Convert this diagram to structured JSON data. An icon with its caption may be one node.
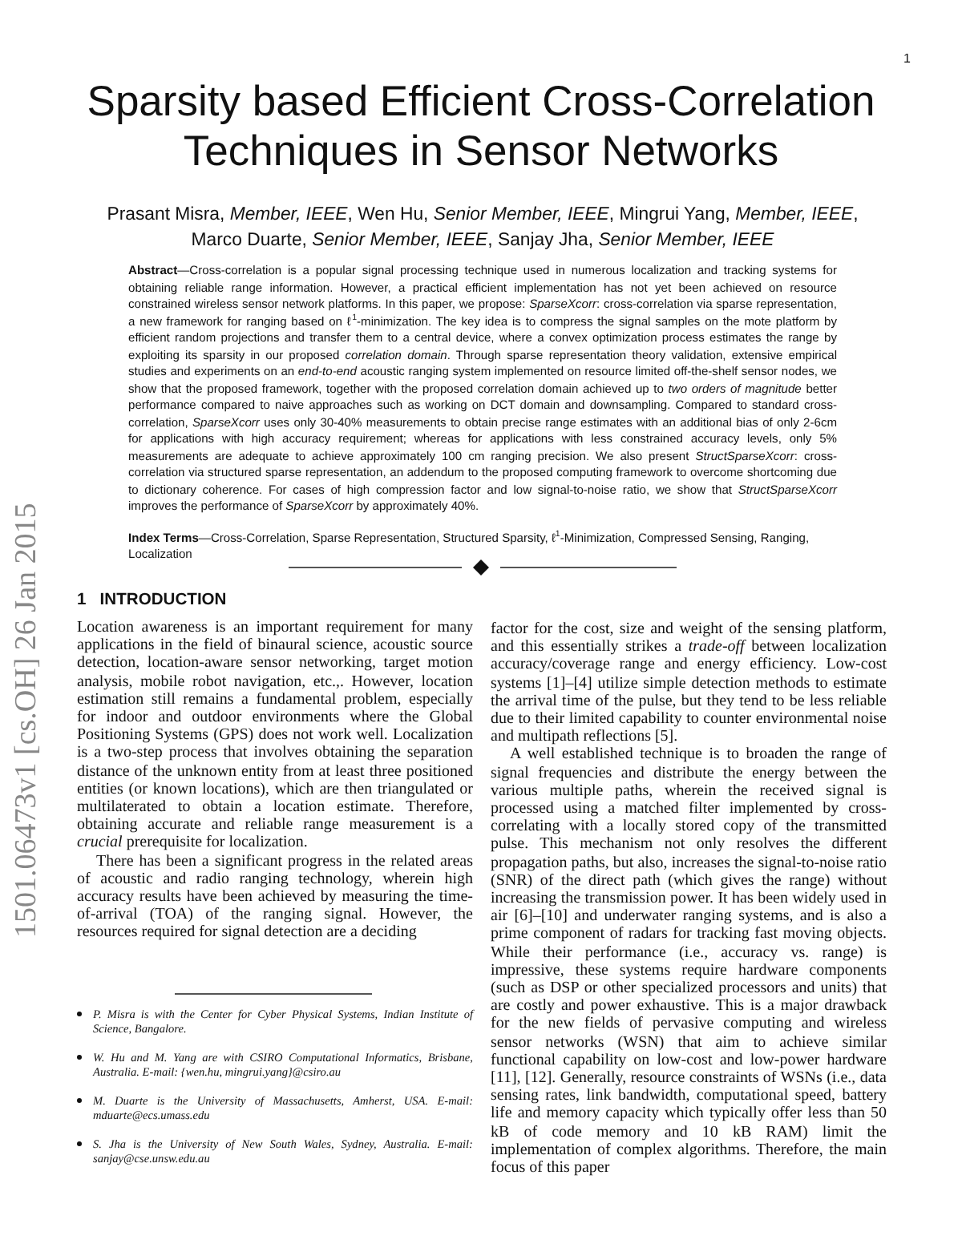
{
  "diagram": {
    "title": "Sparsity based Efficient Cross-Correlation Techniques in Sensor Networks",
    "labels": [
      "1",
      "1501.06473v1 [cs.OH] 26 Jan 2015",
      "Prasant Misra, *Member, IEEE*, Wen Hu, *Senior Member, IEEE*, Mingrui Yang, *Member, IEEE*, Marco Duarte, *Senior Member, IEEE*, Sanjay Jha, *Senior Member, IEEE*",
      "**Abstract**—Cross-correlation is a popular signal processing technique used in numerous localization and tracking systems for obtaining reliable range information. However, a practical efficient implementation has not yet been achieved on resource constrained wireless sensor network platforms. In this paper, we propose: *SparseXcorr*: cross-correlation via sparse representation, a new framework for ranging based on ℓ$^{1}$-minimization. The key idea is to compress the signal samples on the mote platform by efficient random projections and transfer them to a central device, where a convex optimization process estimates the range by exploiting its sparsity in our proposed *correlation domain*. Through sparse representation theory validation, extensive empirical studies and experiments on an *end-to-end* acoustic ranging system implemented on resource limited off-the-shelf sensor nodes, we show that the proposed framework, together with the proposed correlation domain achieved up to *two orders of magnitude* better performance compared to naive approaches such as working on DCT domain and downsampling. Compared to standard cross-correlation, *SparseXcorr* uses only 30-40% measurements to obtain precise range estimates with an additional bias of only 2-6cm for applications with high accuracy requirement; whereas for applications with less constrained accuracy levels, only 5% measurements are adequate to achieve approximately 100 cm ranging precision. We also present *StructSparseXcorr*: cross-correlation via structured sparse representation, an addendum to the proposed computing framework to overcome shortcoming due to dictionary coherence. For cases of high compression factor and low signal-to-noise ratio, we show that *StructSparseXcorr* improves the performance of *SparseXcorr* by approximately 40%.",
      "**Index Terms**—Cross-Correlation, Sparse Representation, Structured Sparsity, ℓ$^{1}$-Minimization, Compressed Sensing, Ranging, Localization",
      "1   INTRODUCTION",
      "Location awareness is an important requirement for many applications in the field of binaural science, acoustic source detection, location-aware sensor networking, target motion analysis, mobile robot navigation, etc.,. However, location estimation still remains a fundamental problem, especially for indoor and outdoor environments where the Global Positioning Systems (GPS) does not work well. Localization is a two-step process that involves obtaining the separation distance of the unknown entity from at least three positioned entities (or known locations), which are then triangulated or multilaterated to obtain a location estimate. Therefore, obtaining accurate and reliable range measurement is a *crucial* prerequisite for localization.",
      "There has been a significant progress in the related areas of acoustic and radio ranging technology, wherein high accuracy results have been achieved by measuring the time-of-arrival (TOA) of the ranging signal. However, the resources required for signal detection are a deciding",
      "P. Misra is with the Center for Cyber Physical Systems, Indian Institute of Science, Bangalore.",
      "W. Hu and M. Yang are with CSIRO Computational Informatics, Brisbane, Australia. E-mail: {wen.hu, mingrui.yang}@csiro.au",
      "M. Duarte is the University of Massachusetts, Amherst, USA. E-mail: mduarte@ecs.umass.edu",
      "S. Jha is the University of New South Wales, Sydney, Australia. E-mail: sanjay@cse.unsw.edu.au",
      "factor for the cost, size and weight of the sensing platform, and this essentially strikes a *trade-off* between localization accuracy/coverage range and energy efficiency. Low-cost systems [1]–[4] utilize simple detection methods to estimate the arrival time of the pulse, but they tend to be less reliable due to their limited capability to counter environmental noise and multipath reflections [5].",
      "A well established technique is to broaden the range of signal frequencies and distribute the energy between the various multiple paths, wherein the received signal is processed using a matched filter implemented by cross-correlating with a locally stored copy of the transmitted pulse. This mechanism not only resolves the different propagation paths, but also, increases the signal-to-noise ratio (SNR) of the direct path (which gives the range) without increasing the transmission power. It has been widely used in air [6]–[10] and underwater ranging systems, and is also a prime component of radars for tracking fast moving objects. While their performance (i.e., accuracy vs. range) is impressive, these systems require hardware components (such as DSP or other specialized processors and units) that are costly and power exhaustive. This is a major drawback for the new fields of pervasive computing and wireless sensor networks (WSN) that aim to achieve similar functional capability on low-cost and low-power hardware [11], [12]. Generally, resource constraints of WSNs (i.e., data sensing rates, link bandwidth, computational speed, battery life and memory capacity which typically offer less than 50 kB of code memory and 10 kB RAM) limit the implementation of complex algorithms. Therefore, the main focus of this paper"
    ]
  }
}
